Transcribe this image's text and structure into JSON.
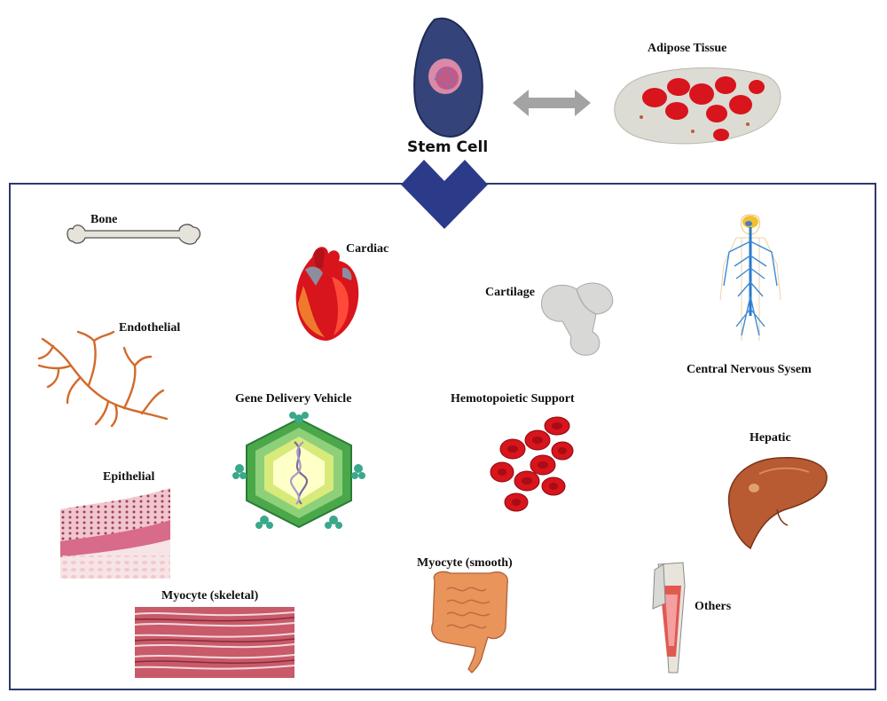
{
  "title": "",
  "source": {
    "label": "Stem Cell"
  },
  "adipose": {
    "label": "Adipose Tissue"
  },
  "targets": {
    "bone": "Bone",
    "cardiac": "Cardiac",
    "cartilage": "Cartilage",
    "cns": "Central Nervous Sysem",
    "endothelial": "Endothelial",
    "gene_delivery": "Gene Delivery Vehicle",
    "hemotopoietic": "Hemotopoietic Support",
    "hepatic": "Hepatic",
    "epithelial": "Epithelial",
    "myocyte_skeletal": "Myocyte (skeletal)",
    "myocyte_smooth": "Myocyte (smooth)",
    "others": "Others"
  },
  "colors": {
    "frame": "#2c3a6b",
    "stem_cell": "#34447a",
    "arrow_gray": "#a3a3a3",
    "red_cell": "#d8141c"
  }
}
